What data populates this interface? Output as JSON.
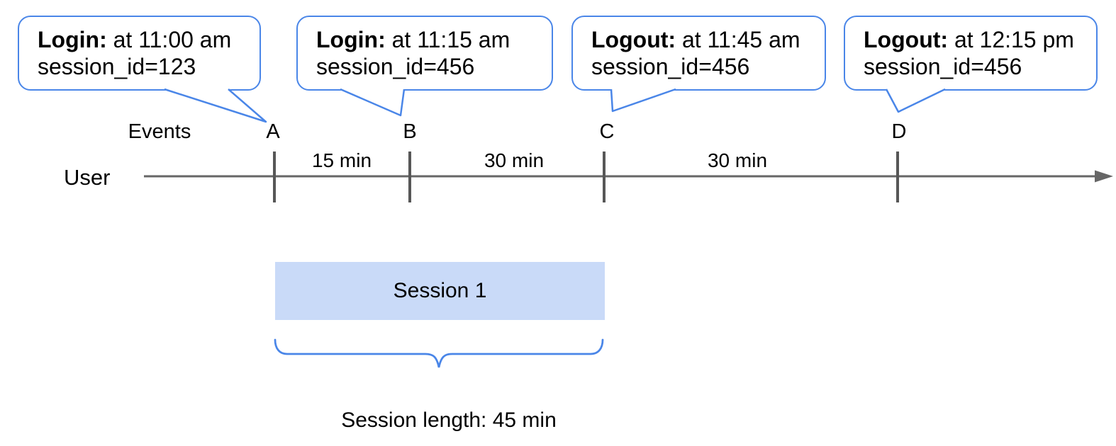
{
  "colors": {
    "accent": "#4a86e8",
    "session-fill": "#c9daf8",
    "line-gray": "#666666",
    "tick-gray": "#575757",
    "ink": "#000000"
  },
  "callouts": [
    {
      "title": "Login:",
      "time": " at 11:00 am",
      "session": "session_id=123"
    },
    {
      "title": "Login:",
      "time": " at 11:15 am",
      "session": "session_id=456"
    },
    {
      "title": "Logout:",
      "time": " at 11:45 am",
      "session": "session_id=456"
    },
    {
      "title": "Logout:",
      "time": " at 12:15 pm",
      "session": "session_id=456"
    }
  ],
  "timeline": {
    "row_label": "User",
    "events_label": "Events",
    "events": [
      "A",
      "B",
      "C",
      "D"
    ],
    "intervals": [
      "15 min",
      "30 min",
      "30 min"
    ]
  },
  "session": {
    "box_label": "Session 1",
    "length_label": "Session length: 45 min"
  }
}
